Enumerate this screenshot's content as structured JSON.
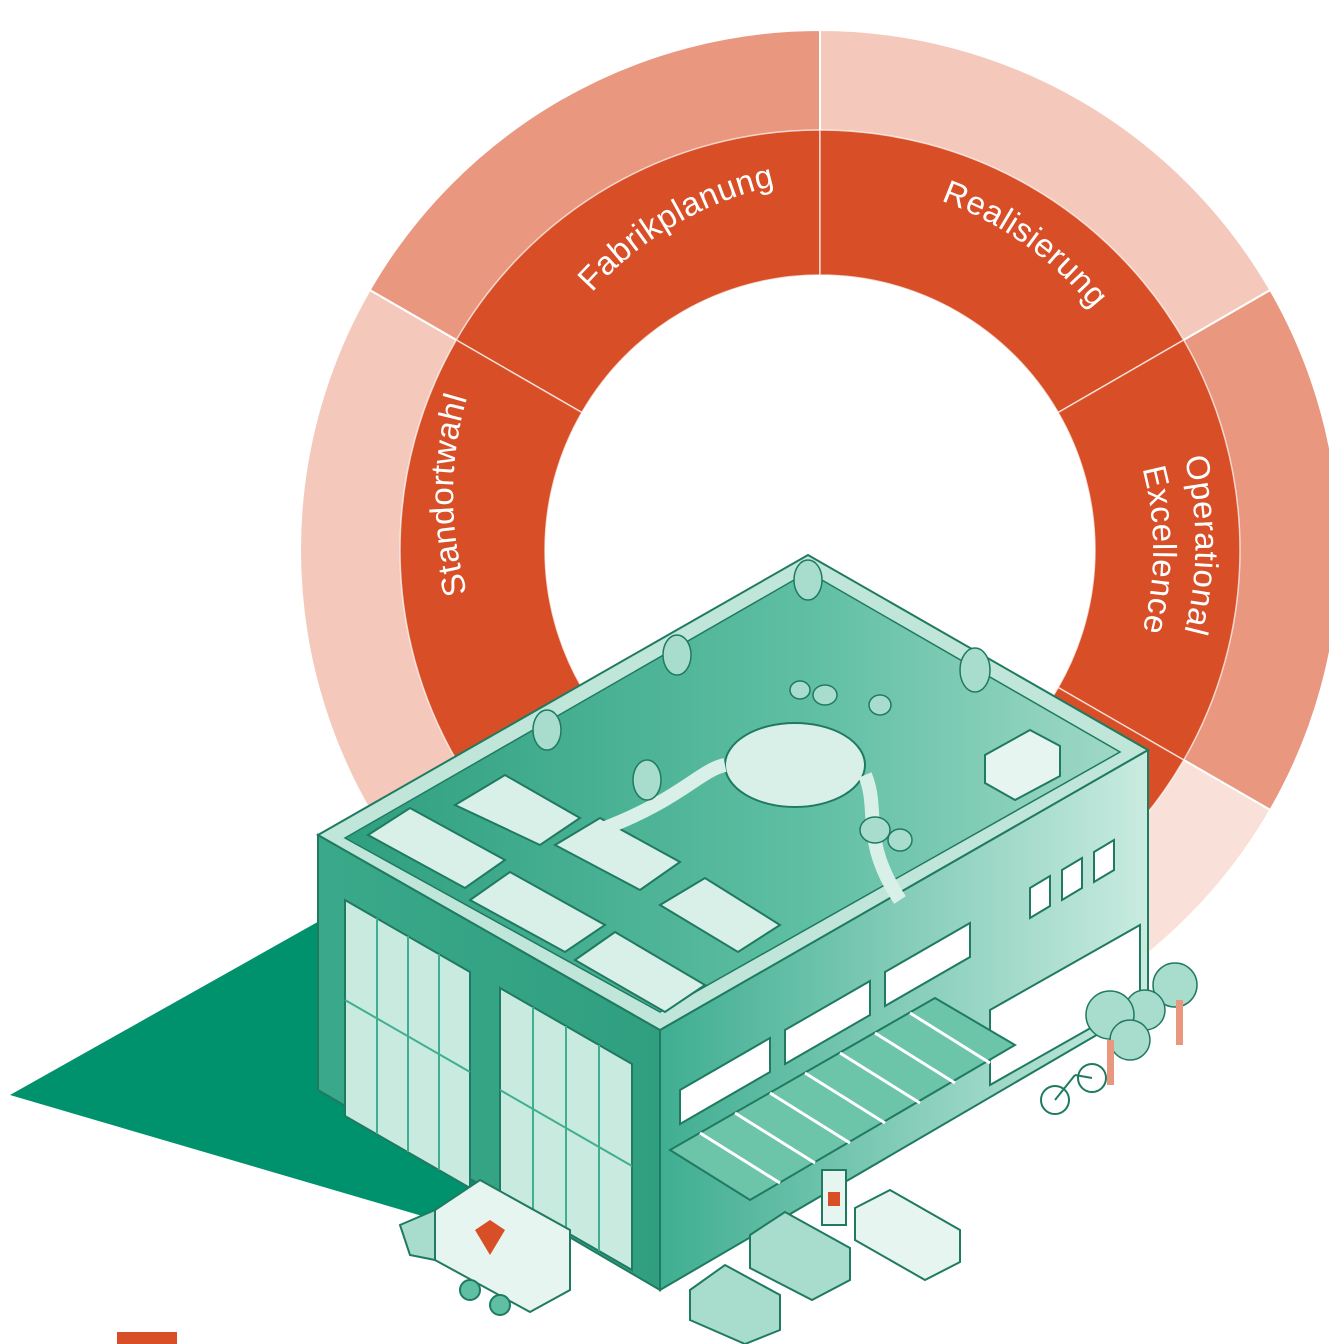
{
  "cycle": {
    "phases": [
      {
        "id": "standortwahl",
        "label": "Standortwahl"
      },
      {
        "id": "fabrikplanung",
        "label": "Fabrikplanung"
      },
      {
        "id": "realisierung",
        "label": "Realisierung"
      },
      {
        "id": "operational",
        "label_line1": "Operational",
        "label_line2": "Excellence"
      }
    ]
  },
  "colors": {
    "inner_ring": "#d84f27",
    "outer_dark": "#e9977e",
    "outer_light": "#f4c9bc",
    "outer_pale": "#f9e1d9",
    "building_dark": "#00926c",
    "building_mid": "#3fae91",
    "building_light": "#a8dccd",
    "accent_square": "#d84f27"
  }
}
